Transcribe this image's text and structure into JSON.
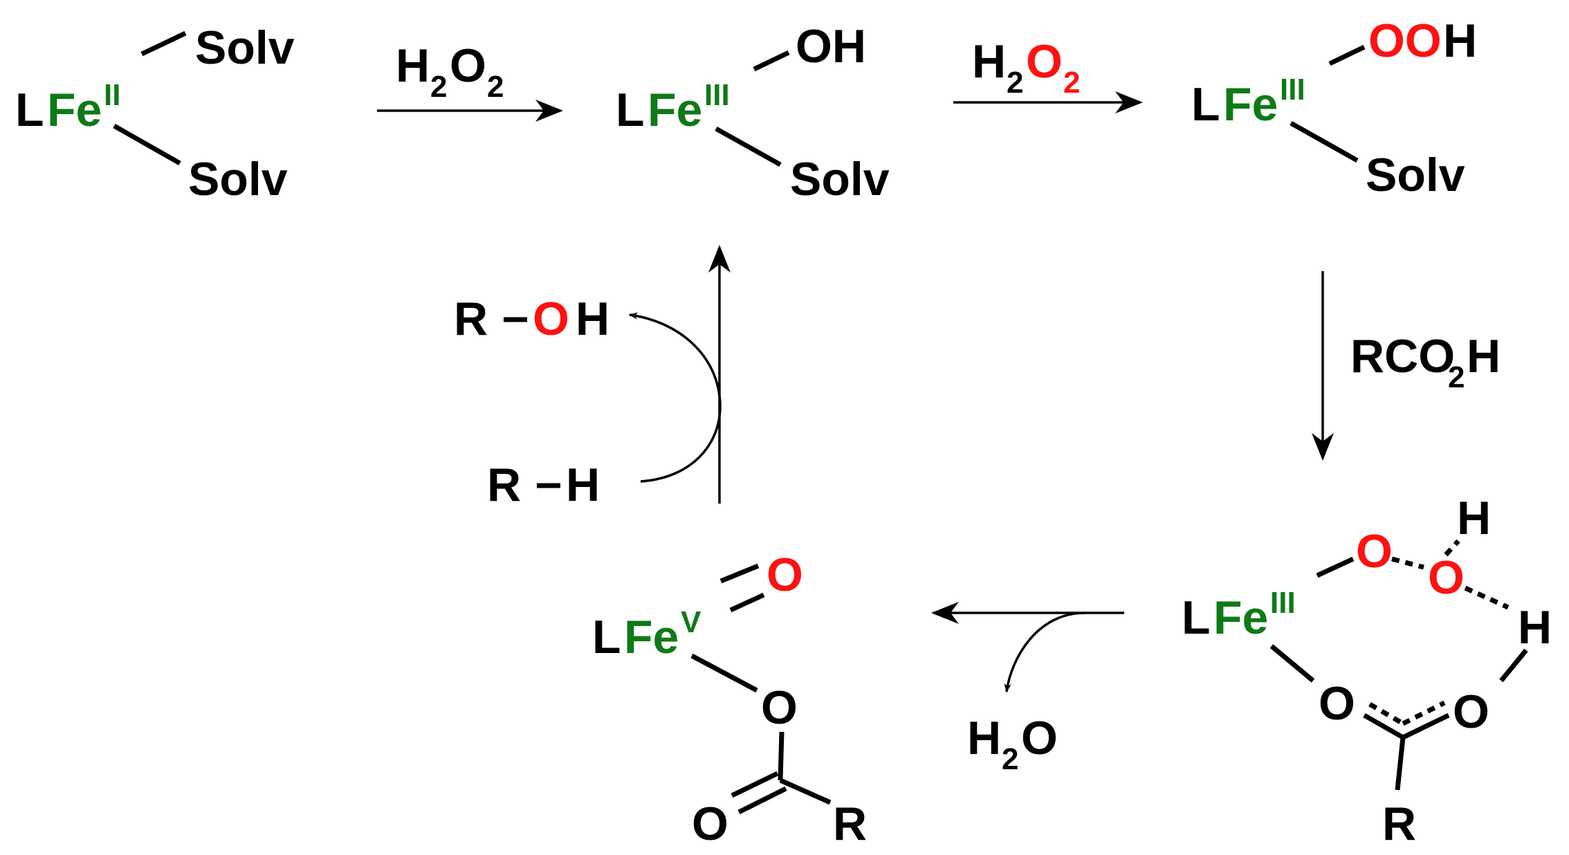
{
  "colors": {
    "black": "#000000",
    "iron": "#0e7a16",
    "oxygen": "#ff1111"
  },
  "species": {
    "fe2_complex": {
      "L": "L",
      "Fe": "Fe",
      "ox": "II",
      "ligand_top": "Solv",
      "ligand_bottom": "Solv"
    },
    "fe3_hydroxo": {
      "L": "L",
      "Fe": "Fe",
      "ox": "III",
      "ligand_top": "OH",
      "ligand_bottom": "Solv"
    },
    "fe3_hydroperoxo": {
      "L": "L",
      "Fe": "Fe",
      "ox": "III",
      "ligand_top_O": "OO",
      "ligand_top_H": "H",
      "ligand_bottom": "Solv"
    },
    "fe3_acid_adduct": {
      "L": "L",
      "Fe": "Fe",
      "ox": "III",
      "O1": "O",
      "O2": "O",
      "H1": "H",
      "H2": "H",
      "Oc1": "O",
      "Oc2": "O",
      "R": "R"
    },
    "fe5_oxo": {
      "L": "L",
      "Fe": "Fe",
      "ox": "V",
      "oxo": "O",
      "O_ester": "O",
      "O_carbonyl": "O",
      "R": "R"
    }
  },
  "reagents": {
    "h2o2_first": {
      "H": "H",
      "sub_h": "2",
      "O": "O",
      "sub_o": "2"
    },
    "h2o2_second": {
      "H": "H",
      "sub_h": "2",
      "O": "O",
      "sub_o": "2"
    },
    "acid": {
      "pre": "RCO",
      "sub": "2",
      "post": "H"
    },
    "water": {
      "H": "H",
      "sub": "2",
      "O": "O"
    },
    "substrate": {
      "R": "R",
      "H": "H"
    },
    "product": {
      "R": "R",
      "O": "O",
      "H": "H"
    }
  }
}
